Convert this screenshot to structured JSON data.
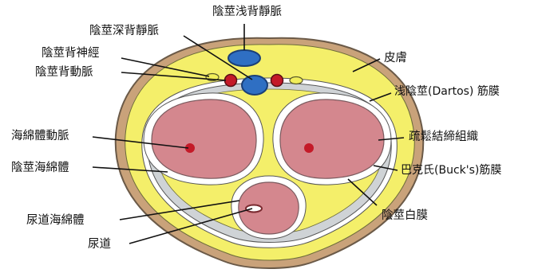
{
  "labels": {
    "superficial_dorsal_vein": "陰莖浅背靜脈",
    "deep_dorsal_vein": "陰莖深背靜脈",
    "dorsal_nerve": "陰莖背神經",
    "dorsal_artery": "陰莖背動脈",
    "cavernous_artery": "海綿體動脈",
    "corpus_cavernosum": "陰莖海綿體",
    "corpus_spongiosum": "尿道海綿體",
    "urethra": "尿道",
    "skin": "皮膚",
    "dartos_fascia": "浅陰莖(Dartos) 筋膜",
    "loose_connective_tissue": "疏鬆結締組織",
    "bucks_fascia": "巴克氏(Buck's)筋膜",
    "tunica_albuginea": "陰莖白膜"
  },
  "colors": {
    "skin": "#c9a27a",
    "skin_outline": "#6b5a48",
    "dartos": "#f4ef6a",
    "loose_tissue": "#ffffff",
    "bucks": "#cfd3d6",
    "albuginea": "#ffffff",
    "corpus": "#d4878e",
    "corpus_outline": "#7a5a5e",
    "artery": "#c41a28",
    "vein": "#2f6fc3",
    "nerve": "#f1ee5a",
    "line": "#111111"
  }
}
